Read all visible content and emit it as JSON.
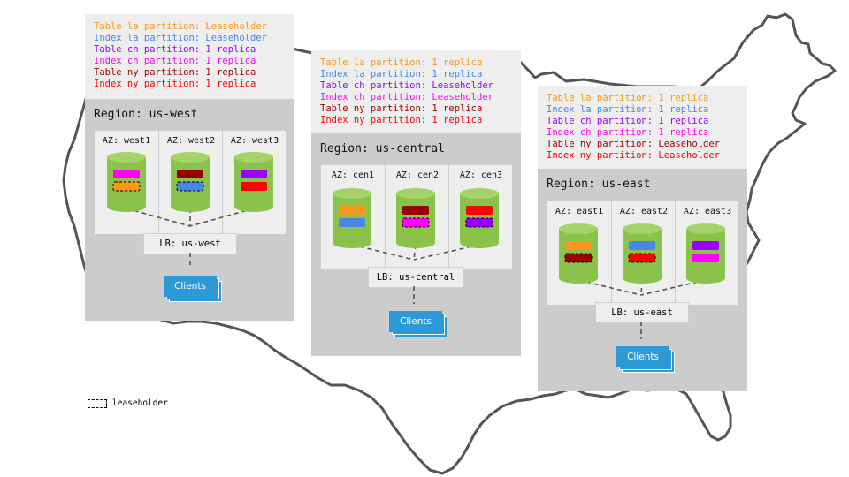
{
  "colors": {
    "table_la": "#f7981d",
    "index_la": "#4a86e8",
    "table_ch": "#9900ff",
    "index_ch": "#ff00ff",
    "table_ny": "#990000",
    "index_ny": "#ff0000",
    "region_bg": "#cccccc",
    "panel_bg": "#eeeeee",
    "cylinder_green": "#8bc34a",
    "clients_blue": "#2d9ad8"
  },
  "regions": [
    {
      "id": "us-west",
      "title": "Region: us-west",
      "legend": [
        {
          "text": "Table la partition: Leaseholder",
          "color": "#f7981d"
        },
        {
          "text": "Index la partition: Leaseholder",
          "color": "#4a86e8"
        },
        {
          "text": "Table ch partition: 1 replica",
          "color": "#9900ff"
        },
        {
          "text": "Index ch partition: 1 replica",
          "color": "#ff00ff"
        },
        {
          "text": "Table ny partition: 1 replica",
          "color": "#990000"
        },
        {
          "text": "Index ny partition: 1 replica",
          "color": "#ff0000"
        }
      ],
      "azs": [
        {
          "label": "AZ: west1",
          "bars": [
            {
              "color": "#ff00ff",
              "leaseholder": false
            },
            {
              "color": "#f7981d",
              "leaseholder": true
            }
          ]
        },
        {
          "label": "AZ: west2",
          "bars": [
            {
              "color": "#990000",
              "leaseholder": false
            },
            {
              "color": "#4a86e8",
              "leaseholder": true
            }
          ]
        },
        {
          "label": "AZ: west3",
          "bars": [
            {
              "color": "#9900ff",
              "leaseholder": false
            },
            {
              "color": "#ff0000",
              "leaseholder": false
            }
          ]
        }
      ],
      "lb": "LB: us-west",
      "clients": "Clients"
    },
    {
      "id": "us-central",
      "title": "Region: us-central",
      "legend": [
        {
          "text": "Table la partition: 1 replica",
          "color": "#f7981d"
        },
        {
          "text": "Index la partition: 1 replica",
          "color": "#4a86e8"
        },
        {
          "text": "Table ch partition: Leaseholder",
          "color": "#9900ff"
        },
        {
          "text": "Index ch partition: Leaseholder",
          "color": "#ff00ff"
        },
        {
          "text": "Table ny partition: 1 replica",
          "color": "#990000"
        },
        {
          "text": "Index ny partition: 1 replica",
          "color": "#ff0000"
        }
      ],
      "azs": [
        {
          "label": "AZ: cen1",
          "bars": [
            {
              "color": "#f7981d",
              "leaseholder": false
            },
            {
              "color": "#4a86e8",
              "leaseholder": false
            }
          ]
        },
        {
          "label": "AZ: cen2",
          "bars": [
            {
              "color": "#990000",
              "leaseholder": false
            },
            {
              "color": "#ff00ff",
              "leaseholder": true
            }
          ]
        },
        {
          "label": "AZ: cen3",
          "bars": [
            {
              "color": "#ff0000",
              "leaseholder": false
            },
            {
              "color": "#9900ff",
              "leaseholder": true
            }
          ]
        }
      ],
      "lb": "LB: us-central",
      "clients": "Clients"
    },
    {
      "id": "us-east",
      "title": "Region: us-east",
      "legend": [
        {
          "text": "Table la partition: 1 replica",
          "color": "#f7981d"
        },
        {
          "text": "Index la partition: 1 replica",
          "color": "#4a86e8"
        },
        {
          "text": "Table ch partition: 1 replica",
          "color": "#9900ff"
        },
        {
          "text": "Index ch partition: 1 replica",
          "color": "#ff00ff"
        },
        {
          "text": "Table ny partition: Leaseholder",
          "color": "#990000"
        },
        {
          "text": "Index ny partition: Leaseholder",
          "color": "#ff0000"
        }
      ],
      "azs": [
        {
          "label": "AZ: east1",
          "bars": [
            {
              "color": "#f7981d",
              "leaseholder": false
            },
            {
              "color": "#990000",
              "leaseholder": true
            }
          ]
        },
        {
          "label": "AZ: east2",
          "bars": [
            {
              "color": "#4a86e8",
              "leaseholder": false
            },
            {
              "color": "#ff0000",
              "leaseholder": true
            }
          ]
        },
        {
          "label": "AZ: east3",
          "bars": [
            {
              "color": "#9900ff",
              "leaseholder": false
            },
            {
              "color": "#ff00ff",
              "leaseholder": false
            }
          ]
        }
      ],
      "lb": "LB: us-east",
      "clients": "Clients"
    }
  ],
  "leaseholder_legend": "leaseholder"
}
